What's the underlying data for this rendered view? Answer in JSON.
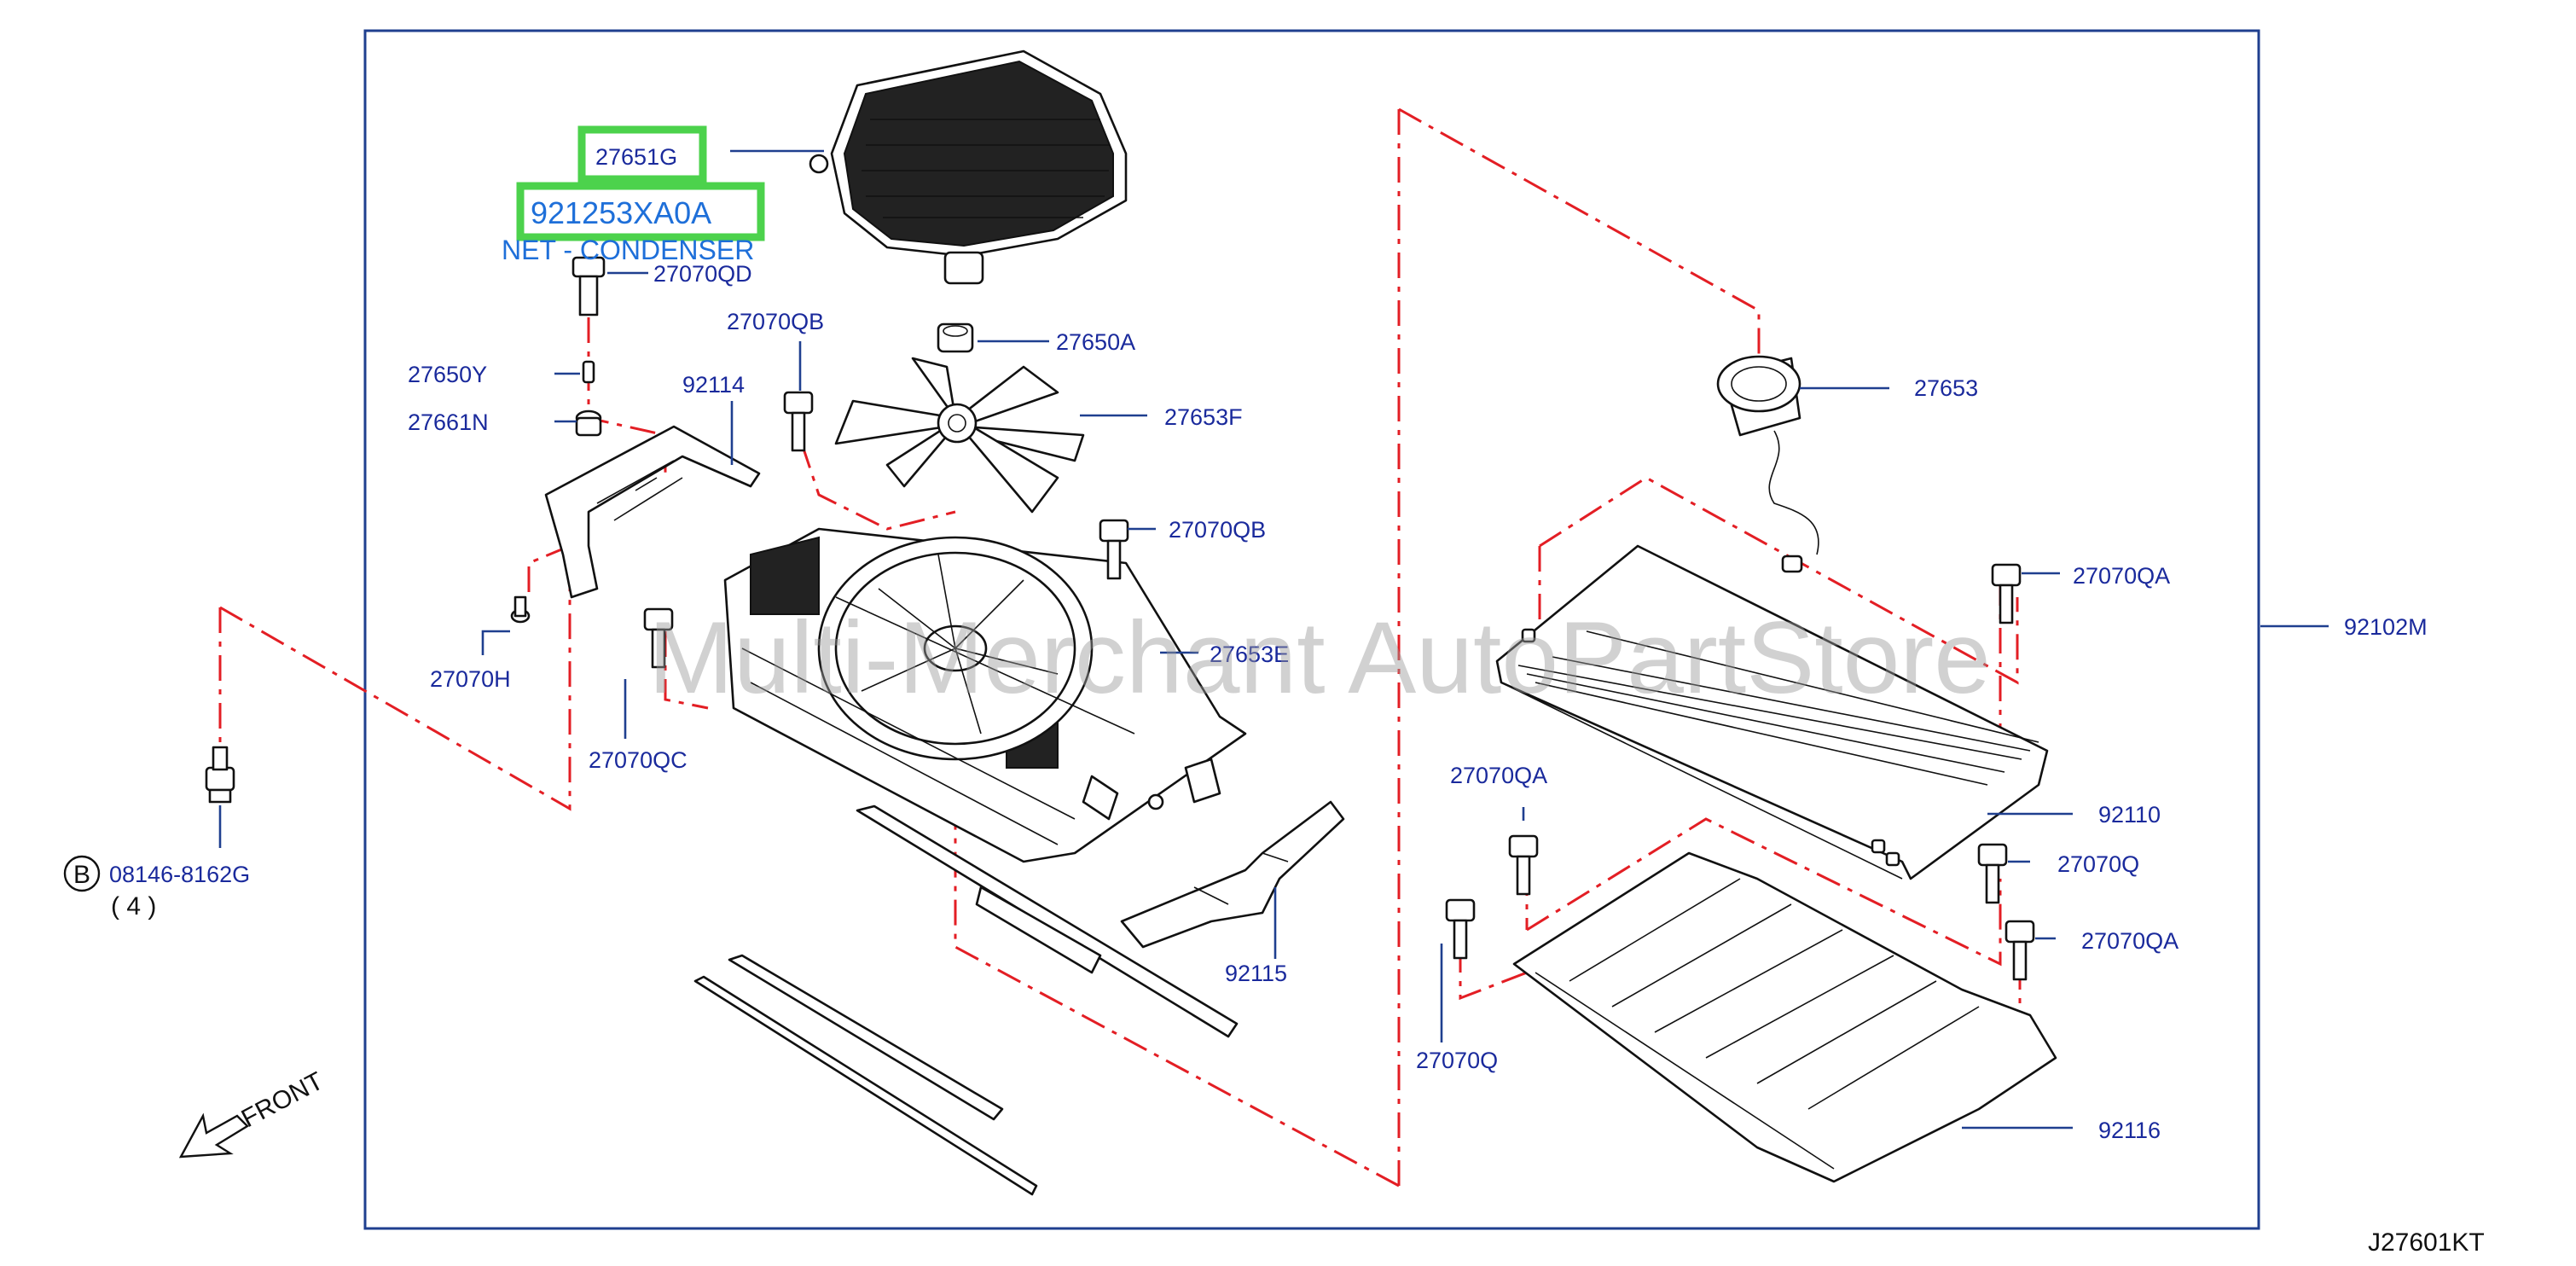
{
  "highlighted_part": {
    "number": "27651G"
  },
  "replacement_part": {
    "number": "921253XA0A",
    "note": "NET - CONDENSER"
  },
  "callouts": [
    {
      "id": "27070QD",
      "text": "27070QD"
    },
    {
      "id": "27070QB-a",
      "text": "27070QB"
    },
    {
      "id": "27650A",
      "text": "27650A"
    },
    {
      "id": "27650Y",
      "text": "27650Y"
    },
    {
      "id": "92114",
      "text": "92114"
    },
    {
      "id": "27661N",
      "text": "27661N"
    },
    {
      "id": "27653F",
      "text": "27653F"
    },
    {
      "id": "27070QB-b",
      "text": "27070QB"
    },
    {
      "id": "27653",
      "text": "27653"
    },
    {
      "id": "27070QA-a",
      "text": "27070QA"
    },
    {
      "id": "27653E",
      "text": "27653E"
    },
    {
      "id": "27070H",
      "text": "27070H"
    },
    {
      "id": "27070QC",
      "text": "27070QC"
    },
    {
      "id": "92102M",
      "text": "92102M"
    },
    {
      "id": "27070QA-b",
      "text": "27070QA"
    },
    {
      "id": "92110",
      "text": "92110"
    },
    {
      "id": "27070Q-a",
      "text": "27070Q"
    },
    {
      "id": "27070QA-c",
      "text": "27070QA"
    },
    {
      "id": "92115",
      "text": "92115"
    },
    {
      "id": "27070Q-b",
      "text": "27070Q"
    },
    {
      "id": "92116",
      "text": "92116"
    }
  ],
  "bolt_ref": {
    "circle_letter": "B",
    "number": "08146-8162G",
    "qty": "( 4 )"
  },
  "front_label": "FRONT",
  "watermark": "Multi-Merchant AutoPartStore",
  "diagram_code": "J27601KT",
  "colors": {
    "frame": "#1f3f8f",
    "label": "#1a2a9c",
    "highlight": "#4cd24c",
    "dashed": "#e31e24",
    "accent_text": "#1e6fd9"
  }
}
